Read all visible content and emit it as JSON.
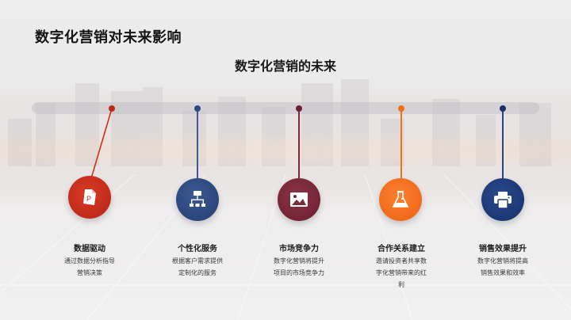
{
  "slide": {
    "title": "数字化营销对未来影响",
    "subtitle": "数字化营销的未来"
  },
  "timeline": {
    "items": [
      {
        "title": "数据驱动",
        "description": "通过数据分析指导营销决策",
        "icon": "powerpoint-file-icon",
        "color": "#c8321e"
      },
      {
        "title": "个性化服务",
        "description": "根据客户需求提供定制化的服务",
        "icon": "sitemap-hierarchy-icon",
        "color": "#2e4a7e"
      },
      {
        "title": "市场竞争力",
        "description": "数字化营销将提升项目的市场竞争力",
        "icon": "image-picture-icon",
        "color": "#7a2a3a"
      },
      {
        "title": "合作关系建立",
        "description": "邀请投资者共享数字化营销带来的红利",
        "icon": "flask-beaker-icon",
        "color": "#f2701c"
      },
      {
        "title": "销售效果提升",
        "description": "数字化营销将提高销售效果和效率",
        "icon": "printer-icon",
        "color": "#1f3a78"
      }
    ]
  }
}
